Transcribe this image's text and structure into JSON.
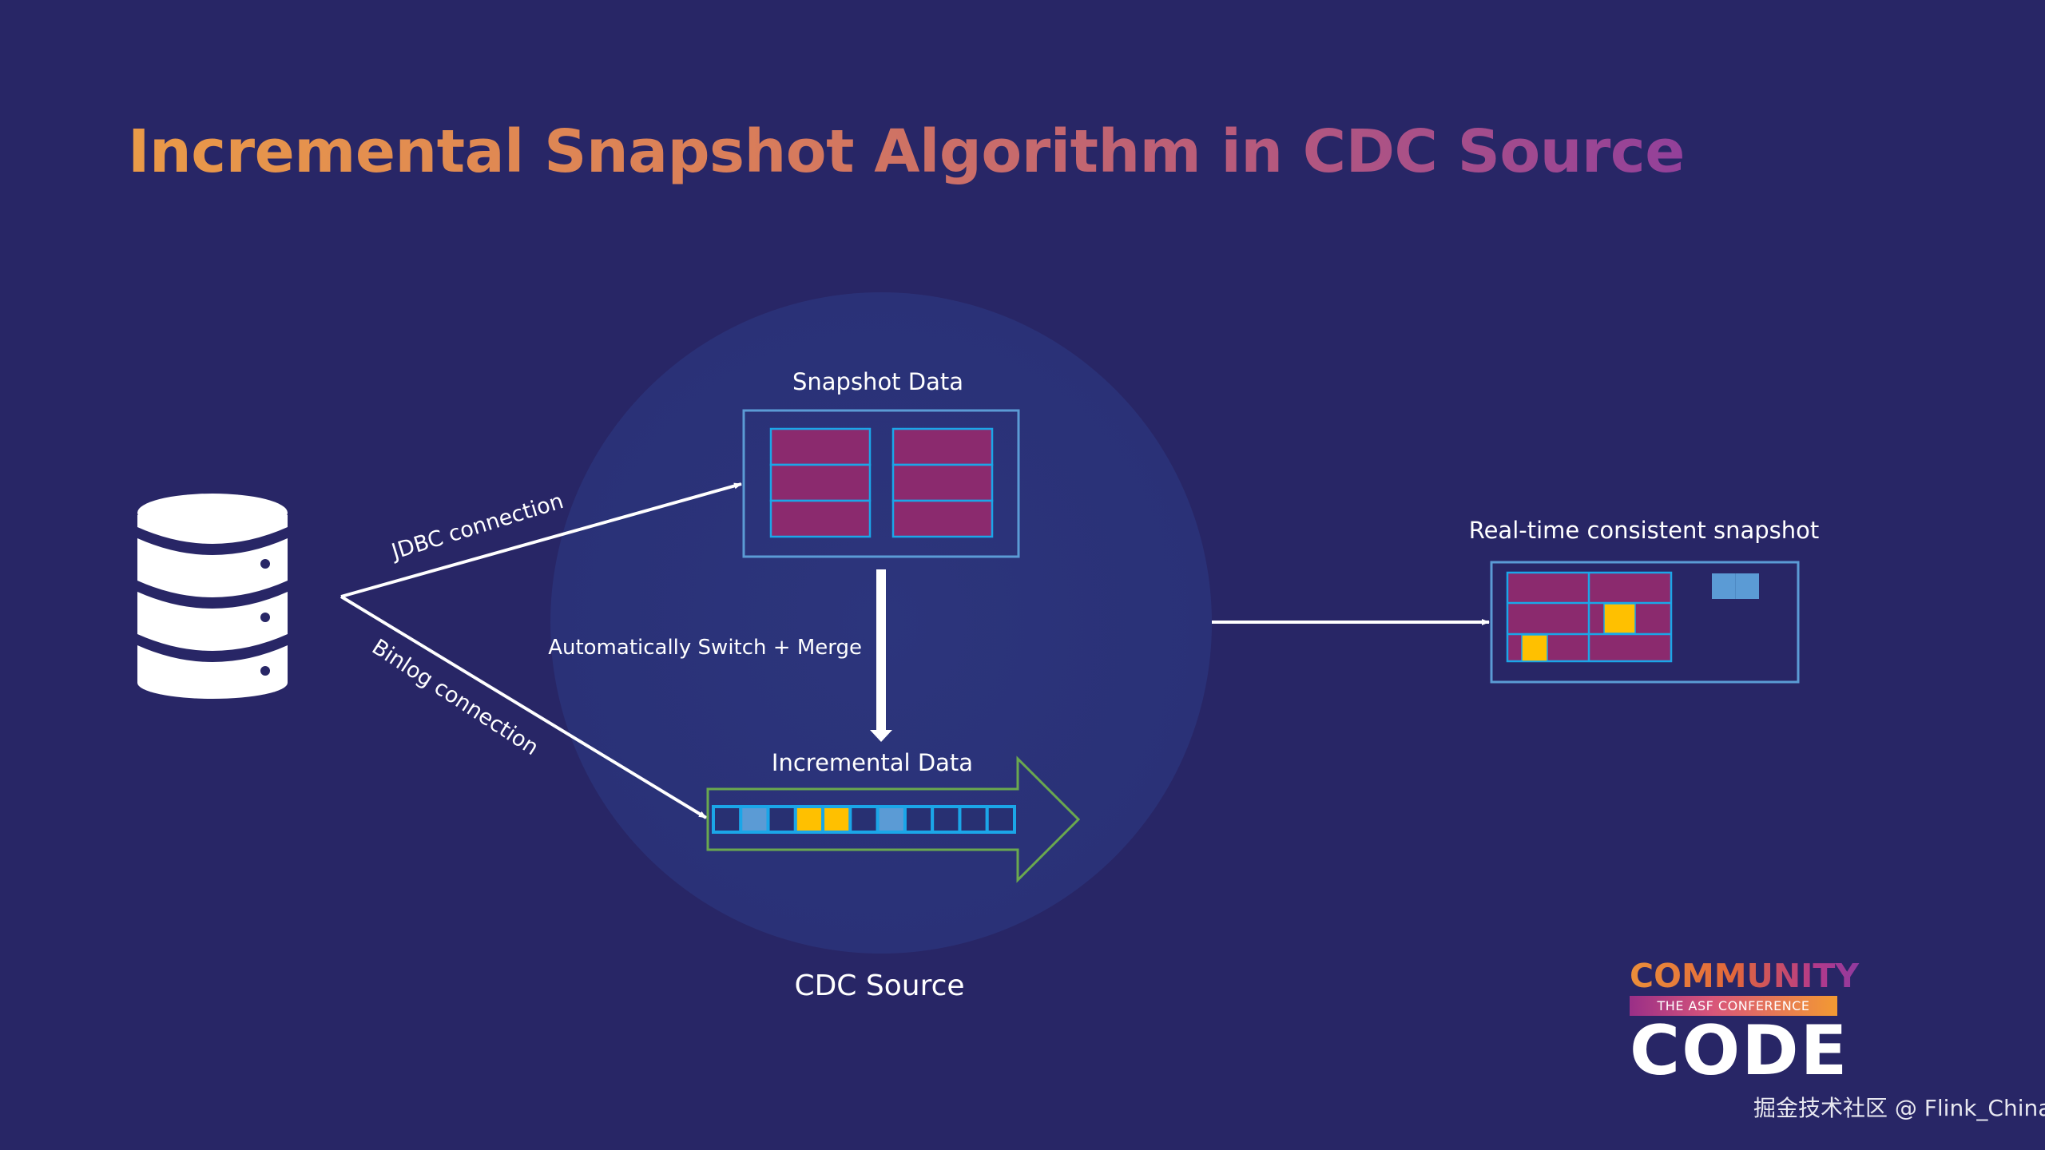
{
  "slide": {
    "title": "Incremental Snapshot Algorithm in CDC Source",
    "title_gradient": [
      "#EA9A48",
      "#93409A"
    ],
    "background": "#282666"
  },
  "diagram": {
    "source_database": {
      "icon": "database-icon"
    },
    "connections": {
      "jdbc_label": "JDBC connection",
      "binlog_label": "Binlog connection"
    },
    "cdc_source": {
      "label": "CDC Source",
      "snapshot_data": {
        "label": "Snapshot Data",
        "tables": [
          {
            "rows": 3
          },
          {
            "rows": 3
          }
        ]
      },
      "switch_label": "Automatically Switch + Merge",
      "incremental_data": {
        "label": "Incremental Data",
        "cells": [
          "empty",
          "update",
          "empty",
          "change",
          "change",
          "empty",
          "update",
          "empty",
          "empty",
          "empty",
          "empty"
        ]
      }
    },
    "output": {
      "label": "Real-time consistent snapshot"
    },
    "colors": {
      "row_fill": "#8B2A6E",
      "cell_border": "#1BA6E8",
      "box_border": "#5B9BD5",
      "change": "#FFC000",
      "update": "#5B9BD5",
      "empty": "#283072",
      "arrow_outline": "#6AA84F",
      "circle": "#2B3278"
    }
  },
  "branding": {
    "logo_top": "COMMUNITY",
    "logo_band": "THE ASF CONFERENCE",
    "logo_bottom": "CODE",
    "watermark": "掘金技术社区 @ Flink_China"
  }
}
